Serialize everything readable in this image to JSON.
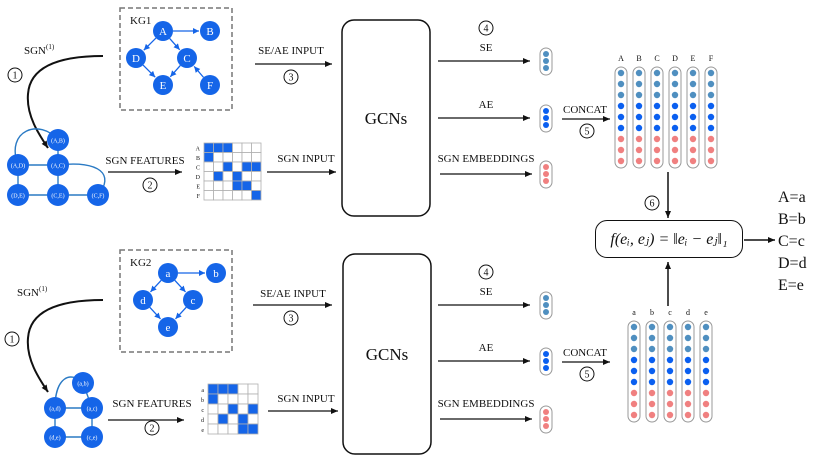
{
  "colors": {
    "node_blue": "#1565e8",
    "sgn_edge": "#2a7ac4",
    "se_dot": "#4f8fc0",
    "ae_dot": "#0a5ff0",
    "sgn_dot": "#f08080",
    "matrix_fill": "#1565e8",
    "matrix_grid": "#b0b0b0",
    "dash_border": "#777777"
  },
  "kg1": {
    "title": "KG1",
    "nodes": [
      "A",
      "B",
      "C",
      "D",
      "E",
      "F"
    ],
    "edges": [
      [
        "A",
        "B"
      ],
      [
        "A",
        "D"
      ],
      [
        "A",
        "C"
      ],
      [
        "D",
        "E"
      ],
      [
        "C",
        "E"
      ],
      [
        "F",
        "C"
      ]
    ]
  },
  "kg2": {
    "title": "KG2",
    "nodes": [
      "a",
      "b",
      "c",
      "d",
      "e"
    ],
    "edges": [
      [
        "a",
        "b"
      ],
      [
        "a",
        "d"
      ],
      [
        "a",
        "c"
      ],
      [
        "d",
        "e"
      ],
      [
        "c",
        "e"
      ]
    ]
  },
  "sgn1": {
    "nodes": [
      "(A,B)",
      "(A,D)",
      "(A,C)",
      "(D,E)",
      "(C,E)",
      "(C,F)"
    ]
  },
  "sgn2": {
    "nodes": [
      "(a,b)",
      "(a,d)",
      "(a,c)",
      "(d,e)",
      "(c,e)"
    ]
  },
  "matrix1": {
    "rows": [
      "A",
      "B",
      "C",
      "D",
      "E",
      "F"
    ],
    "cells": [
      [
        1,
        1,
        1,
        0,
        0,
        0
      ],
      [
        1,
        0,
        0,
        0,
        0,
        0
      ],
      [
        0,
        0,
        1,
        0,
        1,
        1
      ],
      [
        0,
        1,
        0,
        1,
        0,
        0
      ],
      [
        0,
        0,
        0,
        1,
        1,
        0
      ],
      [
        0,
        0,
        0,
        0,
        0,
        1
      ]
    ]
  },
  "matrix2": {
    "rows": [
      "a",
      "b",
      "c",
      "d",
      "e"
    ],
    "cells": [
      [
        1,
        1,
        1,
        0,
        0
      ],
      [
        1,
        0,
        0,
        0,
        0
      ],
      [
        0,
        0,
        1,
        0,
        1
      ],
      [
        0,
        1,
        0,
        1,
        0
      ],
      [
        0,
        0,
        0,
        1,
        1
      ]
    ]
  },
  "labels": {
    "sgn_operator": "SGN",
    "sgn_superscript": "(1)",
    "sgn_features": "SGN FEATURES",
    "sgn_input": "SGN INPUT",
    "se_ae_input": "SE/AE INPUT",
    "gcns": "GCNs",
    "se": "SE",
    "ae": "AE",
    "sgn_embeddings": "SGN EMBEDDINGS",
    "concat": "CONCAT",
    "step1": "1",
    "step2": "2",
    "step3": "3",
    "step4": "4",
    "step5": "5",
    "step6": "6"
  },
  "concat1": {
    "columns": [
      "A",
      "B",
      "C",
      "D",
      "E",
      "F"
    ]
  },
  "concat2": {
    "columns": [
      "a",
      "b",
      "c",
      "d",
      "e"
    ]
  },
  "formula": "f(eᵢ, eⱼ) = ‖eᵢ − eⱼ‖₁",
  "results": [
    "A=a",
    "B=b",
    "C=c",
    "D=d",
    "E=e"
  ]
}
